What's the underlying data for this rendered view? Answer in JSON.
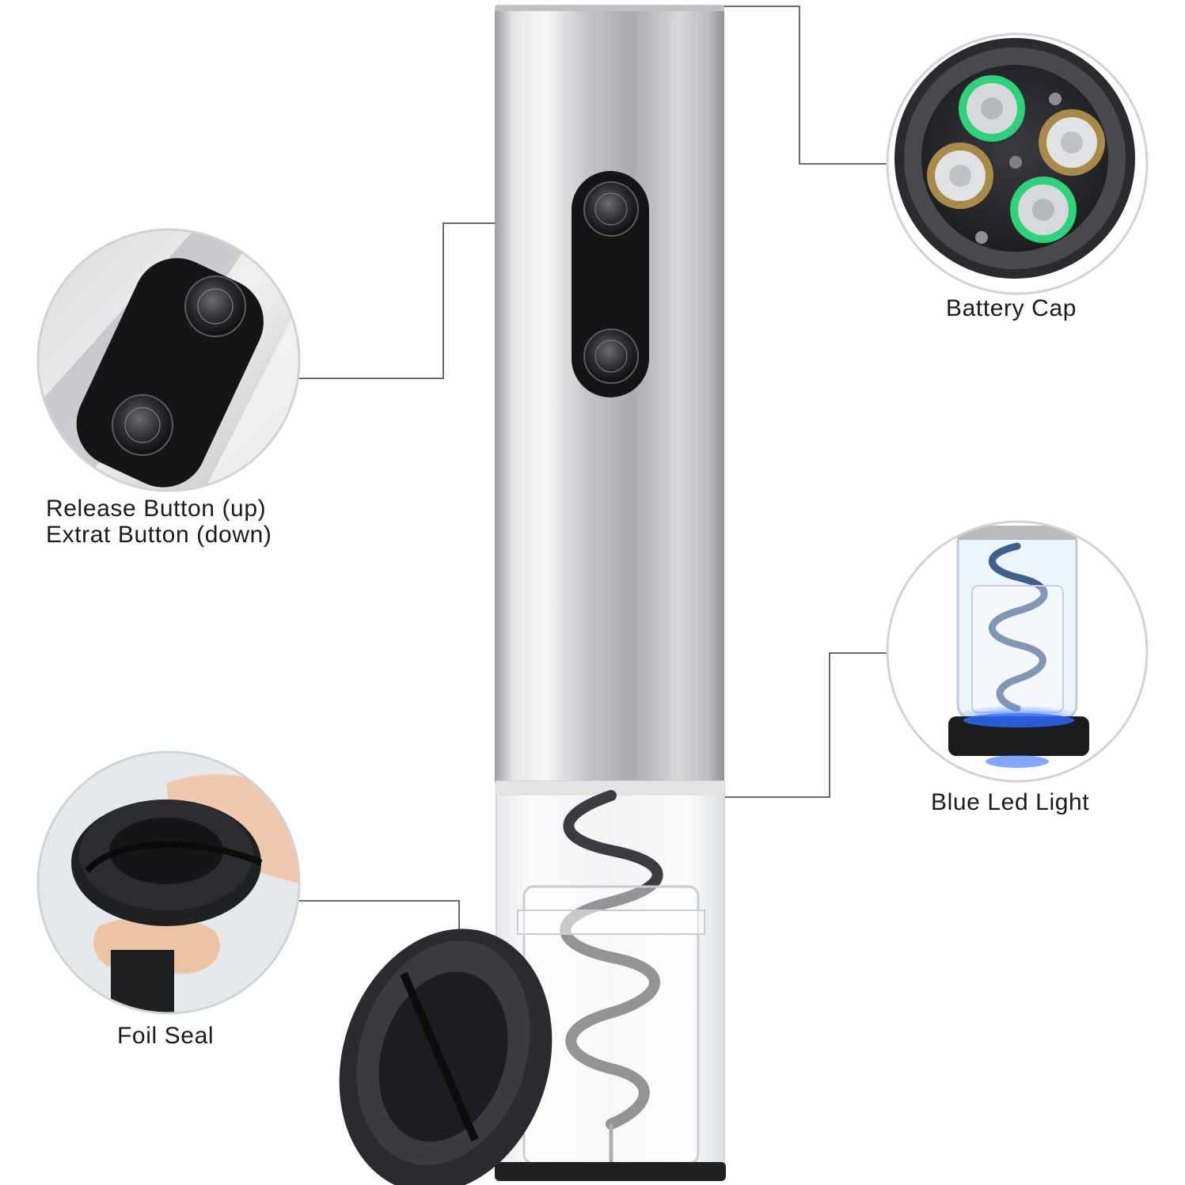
{
  "product": "electric wine opener",
  "callouts": {
    "release_extract": {
      "line1": "Release Button (up)",
      "line2": "Extrat Button (down)"
    },
    "battery": {
      "label": "Battery Cap"
    },
    "led": {
      "label": "Blue Led Light"
    },
    "foil": {
      "label": "Foil Seal"
    }
  },
  "colors": {
    "background": "#ffffff",
    "brushed_steel": "#c9cacd",
    "control_panel": "#141416",
    "foil_cutter": "#2a2b2e",
    "battery_ring_green": "#2fd27a",
    "led_blue": "#2f6cff",
    "leader_line": "#6b6b6b"
  }
}
